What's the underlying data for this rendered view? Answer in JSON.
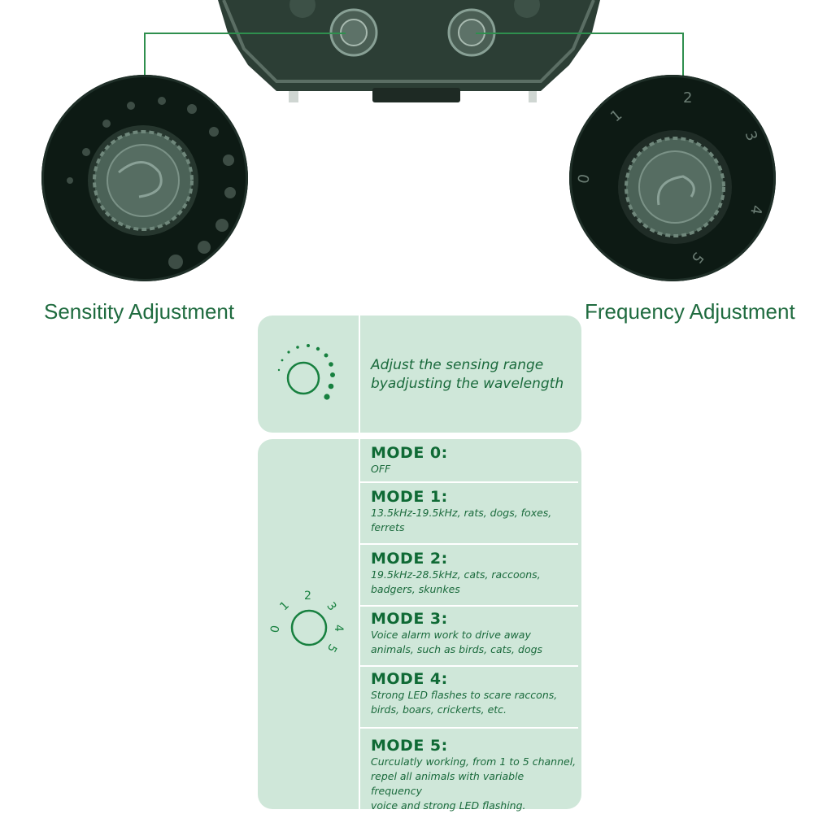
{
  "labels": {
    "sensitivity": "Sensitity Adjustment",
    "frequency": "Frequency Adjustment"
  },
  "sensitivity_panel": {
    "description_line1": "Adjust the sensing range",
    "description_line2": "byadjusting the wavelength"
  },
  "frequency_dial_numbers": [
    "0",
    "1",
    "2",
    "3",
    "4",
    "5"
  ],
  "modes": [
    {
      "title": "MODE 0:",
      "lines": [
        "OFF"
      ]
    },
    {
      "title": "MODE 1:",
      "lines": [
        "13.5kHz-19.5kHz, rats, dogs, foxes,",
        "ferrets"
      ]
    },
    {
      "title": "MODE 2:",
      "lines": [
        "19.5kHz-28.5kHz, cats, raccoons,",
        "badgers, skunkes"
      ]
    },
    {
      "title": "MODE 3:",
      "lines": [
        "Voice alarm work to drive away",
        "animals, such as birds, cats, dogs"
      ]
    },
    {
      "title": "MODE 4:",
      "lines": [
        "Strong LED flashes to scare raccons,",
        "birds, boars, crickerts, etc."
      ]
    },
    {
      "title": "MODE 5:",
      "lines": [
        "Curculatly working, from 1 to 5 channel,",
        "repel all animals with variable frequency",
        "voice and strong LED flashing."
      ]
    }
  ],
  "colors": {
    "brand_green": "#1f6b3f",
    "panel_bg": "#cfe7d9",
    "device_body": "#2a3b33"
  }
}
